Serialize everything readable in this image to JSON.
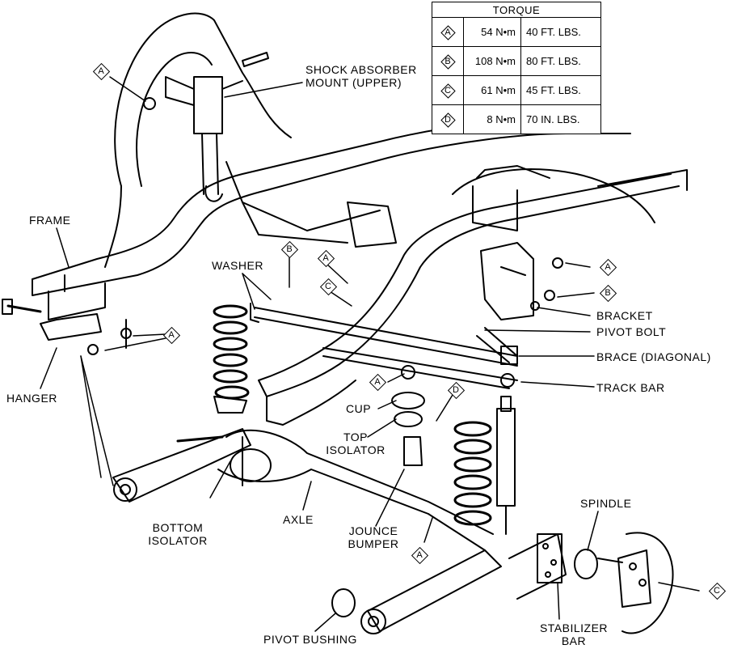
{
  "torque_table": {
    "title": "TORQUE",
    "rows": [
      {
        "letter": "A",
        "nm": "54 N•m",
        "ft": "40 FT. LBS."
      },
      {
        "letter": "B",
        "nm": "108 N•m",
        "ft": "80 FT. LBS."
      },
      {
        "letter": "C",
        "nm": "61 N•m",
        "ft": "45 FT. LBS."
      },
      {
        "letter": "D",
        "nm": "8 N•m",
        "ft": "70 IN. LBS."
      }
    ]
  },
  "labels": {
    "shock_mount_1": "SHOCK ABSORBER",
    "shock_mount_2": "MOUNT (UPPER)",
    "frame": "FRAME",
    "washer": "WASHER",
    "hanger": "HANGER",
    "bracket": "BRACKET",
    "pivot_bolt": "PIVOT BOLT",
    "brace": "BRACE (DIAGONAL)",
    "track_bar": "TRACK BAR",
    "cup": "CUP",
    "top_isolator_1": "TOP",
    "top_isolator_2": "ISOLATOR",
    "spindle": "SPINDLE",
    "bottom_isolator_1": "BOTTOM",
    "bottom_isolator_2": "ISOLATOR",
    "axle": "AXLE",
    "jounce_1": "JOUNCE",
    "jounce_2": "BUMPER",
    "stabilizer_1": "STABILIZER",
    "stabilizer_2": "BAR",
    "pivot_bushing": "PIVOT BUSHING"
  },
  "callouts": {
    "c1": "A",
    "c2": "B",
    "c3": "A",
    "c4": "C",
    "c5": "A",
    "c6": "A",
    "c7": "B",
    "c8": "A",
    "c9": "D",
    "c10": "A",
    "c11": "C"
  }
}
